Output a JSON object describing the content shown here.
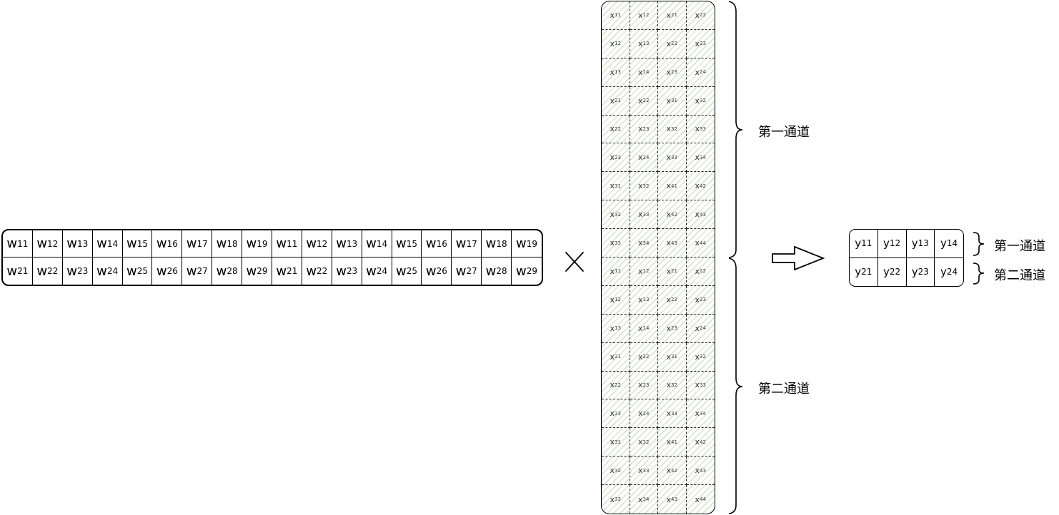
{
  "w_matrix": {
    "rows": [
      [
        [
          "w",
          "11"
        ],
        [
          "w",
          "12"
        ],
        [
          "w",
          "13"
        ],
        [
          "w",
          "14"
        ],
        [
          "w",
          "15"
        ],
        [
          "w",
          "16"
        ],
        [
          "w",
          "17"
        ],
        [
          "w",
          "18"
        ],
        [
          "w",
          "19"
        ],
        [
          "w",
          "11"
        ],
        [
          "w",
          "12"
        ],
        [
          "w",
          "13"
        ],
        [
          "w",
          "14"
        ],
        [
          "w",
          "15"
        ],
        [
          "w",
          "16"
        ],
        [
          "w",
          "17"
        ],
        [
          "w",
          "18"
        ],
        [
          "w",
          "19"
        ]
      ],
      [
        [
          "w",
          "21"
        ],
        [
          "w",
          "22"
        ],
        [
          "w",
          "23"
        ],
        [
          "w",
          "24"
        ],
        [
          "w",
          "25"
        ],
        [
          "w",
          "26"
        ],
        [
          "w",
          "27"
        ],
        [
          "w",
          "28"
        ],
        [
          "w",
          "29"
        ],
        [
          "w",
          "21"
        ],
        [
          "w",
          "22"
        ],
        [
          "w",
          "23"
        ],
        [
          "w",
          "24"
        ],
        [
          "w",
          "25"
        ],
        [
          "w",
          "26"
        ],
        [
          "w",
          "27"
        ],
        [
          "w",
          "28"
        ],
        [
          "w",
          "29"
        ]
      ]
    ]
  },
  "operator": "×",
  "x_matrix": {
    "rows": [
      [
        [
          "x",
          "11"
        ],
        [
          "x",
          "12"
        ],
        [
          "x",
          "21"
        ],
        [
          "x",
          "22"
        ]
      ],
      [
        [
          "x",
          "12"
        ],
        [
          "x",
          "13"
        ],
        [
          "x",
          "22"
        ],
        [
          "x",
          "23"
        ]
      ],
      [
        [
          "x",
          "13"
        ],
        [
          "x",
          "14"
        ],
        [
          "x",
          "23"
        ],
        [
          "x",
          "24"
        ]
      ],
      [
        [
          "x",
          "21"
        ],
        [
          "x",
          "22"
        ],
        [
          "x",
          "31"
        ],
        [
          "x",
          "32"
        ]
      ],
      [
        [
          "x",
          "22"
        ],
        [
          "x",
          "23"
        ],
        [
          "x",
          "32"
        ],
        [
          "x",
          "33"
        ]
      ],
      [
        [
          "x",
          "23"
        ],
        [
          "x",
          "24"
        ],
        [
          "x",
          "33"
        ],
        [
          "x",
          "34"
        ]
      ],
      [
        [
          "x",
          "31"
        ],
        [
          "x",
          "32"
        ],
        [
          "x",
          "41"
        ],
        [
          "x",
          "42"
        ]
      ],
      [
        [
          "x",
          "32"
        ],
        [
          "x",
          "33"
        ],
        [
          "x",
          "42"
        ],
        [
          "x",
          "43"
        ]
      ],
      [
        [
          "x",
          "33"
        ],
        [
          "x",
          "34"
        ],
        [
          "x",
          "43"
        ],
        [
          "x",
          "44"
        ]
      ],
      [
        [
          "x",
          "11"
        ],
        [
          "x",
          "12"
        ],
        [
          "x",
          "21"
        ],
        [
          "x",
          "22"
        ]
      ],
      [
        [
          "x",
          "12"
        ],
        [
          "x",
          "13"
        ],
        [
          "x",
          "22"
        ],
        [
          "x",
          "23"
        ]
      ],
      [
        [
          "x",
          "13"
        ],
        [
          "x",
          "14"
        ],
        [
          "x",
          "23"
        ],
        [
          "x",
          "24"
        ]
      ],
      [
        [
          "x",
          "21"
        ],
        [
          "x",
          "22"
        ],
        [
          "x",
          "31"
        ],
        [
          "x",
          "32"
        ]
      ],
      [
        [
          "x",
          "22"
        ],
        [
          "x",
          "23"
        ],
        [
          "x",
          "32"
        ],
        [
          "x",
          "33"
        ]
      ],
      [
        [
          "x",
          "23"
        ],
        [
          "x",
          "24"
        ],
        [
          "x",
          "33"
        ],
        [
          "x",
          "34"
        ]
      ],
      [
        [
          "x",
          "31"
        ],
        [
          "x",
          "32"
        ],
        [
          "x",
          "41"
        ],
        [
          "x",
          "42"
        ]
      ],
      [
        [
          "x",
          "32"
        ],
        [
          "x",
          "33"
        ],
        [
          "x",
          "42"
        ],
        [
          "x",
          "43"
        ]
      ],
      [
        [
          "x",
          "33"
        ],
        [
          "x",
          "34"
        ],
        [
          "x",
          "43"
        ],
        [
          "x",
          "44"
        ]
      ]
    ]
  },
  "y_matrix": {
    "rows": [
      [
        [
          "y",
          "11"
        ],
        [
          "y",
          "12"
        ],
        [
          "y",
          "13"
        ],
        [
          "y",
          "14"
        ]
      ],
      [
        [
          "y",
          "21"
        ],
        [
          "y",
          "22"
        ],
        [
          "y",
          "23"
        ],
        [
          "y",
          "24"
        ]
      ]
    ]
  },
  "labels": {
    "x_channel_1": "第一通道",
    "x_channel_2": "第二通道",
    "y_channel_1": "第一通道",
    "y_channel_2": "第二通道"
  },
  "colors": {
    "hatch": "#cfe4c7",
    "line": "#000000"
  }
}
